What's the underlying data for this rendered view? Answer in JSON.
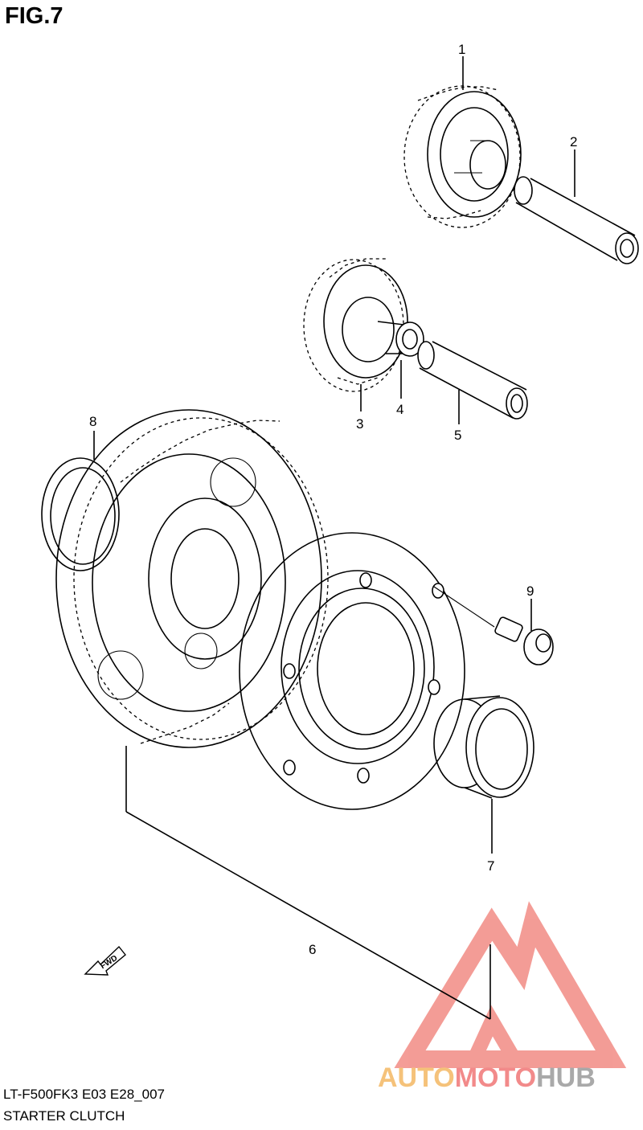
{
  "figure_title": "FIG.7",
  "callouts": [
    {
      "id": "1",
      "label": "1"
    },
    {
      "id": "2",
      "label": "2"
    },
    {
      "id": "3",
      "label": "3"
    },
    {
      "id": "4",
      "label": "4"
    },
    {
      "id": "5",
      "label": "5"
    },
    {
      "id": "6",
      "label": "6"
    },
    {
      "id": "7",
      "label": "7"
    },
    {
      "id": "8",
      "label": "8"
    },
    {
      "id": "9",
      "label": "9"
    }
  ],
  "fwd_marker": "FWD",
  "footer": {
    "model_code": "LT-F500FK3 E03 E28_007",
    "section_name": "STARTER CLUTCH"
  },
  "watermark": {
    "text_auto": "AUTO",
    "text_moto": "MOTO",
    "text_hub": "HUB",
    "color_auto": "#f5c27a",
    "color_moto": "#f28a8a",
    "color_hub": "#a9a9a9",
    "color_logo": "#f07c74"
  }
}
